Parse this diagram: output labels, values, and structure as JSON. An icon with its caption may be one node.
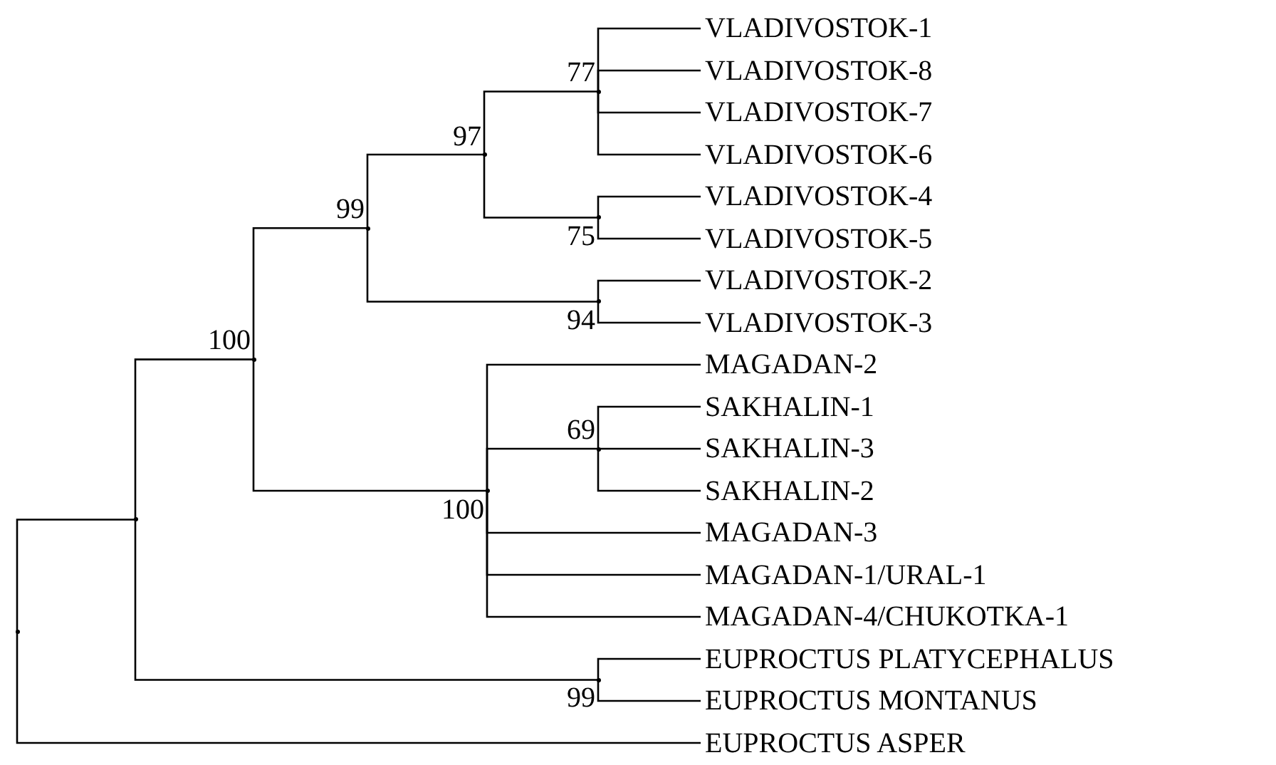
{
  "diagram": {
    "nodes": [
      {
        "text": [],
        "shape": "point"
      },
      {
        "text": [],
        "shape": "point"
      },
      {
        "text": [],
        "shape": "point",
        "beside": [
          "100"
        ]
      },
      {
        "text": [],
        "shape": "point",
        "beside": [
          "99"
        ]
      },
      {
        "text": [],
        "shape": "point",
        "beside": [
          "97"
        ]
      },
      {
        "text": [],
        "shape": "point",
        "beside": [
          "77"
        ]
      },
      {
        "text": [
          "VLADIVOSTOK-1"
        ]
      },
      {
        "text": [
          "VLADIVOSTOK-8"
        ]
      },
      {
        "text": [
          "VLADIVOSTOK-7"
        ]
      },
      {
        "text": [
          "VLADIVOSTOK-6"
        ]
      },
      {
        "text": [],
        "shape": "point",
        "beside": [
          "75"
        ]
      },
      {
        "text": [
          "VLADIVOSTOK-4"
        ]
      },
      {
        "text": [
          "VLADIVOSTOK-5"
        ]
      },
      {
        "text": [],
        "shape": "point",
        "beside": [
          "94"
        ]
      },
      {
        "text": [
          "VLADIVOSTOK-2"
        ]
      },
      {
        "text": [
          "VLADIVOSTOK-3"
        ]
      },
      {
        "text": [],
        "shape": "point",
        "beside": [
          "100"
        ]
      },
      {
        "text": [
          "MAGADAN-2"
        ]
      },
      {
        "text": [],
        "shape": "point",
        "beside": [
          "69"
        ]
      },
      {
        "text": [
          "SAKHALIN-1"
        ]
      },
      {
        "text": [
          "SAKHALIN-3"
        ]
      },
      {
        "text": [
          "SAKHALIN-2"
        ]
      },
      {
        "text": [
          "MAGADAN-3"
        ]
      },
      {
        "text": [
          "MAGADAN-1/URAL-1"
        ]
      },
      {
        "text": [
          "MAGADAN-4/CHUKOTKA-1"
        ]
      },
      {
        "text": [],
        "shape": "point",
        "beside": [
          "99"
        ]
      },
      {
        "text": [
          "EUPROCTUS PLATYCEPHALUS"
        ]
      },
      {
        "text": [
          "EUPROCTUS MONTANUS"
        ]
      },
      {
        "text": [
          "EUPROCTUS ASPER"
        ]
      }
    ],
    "edges": [
      {
        "from": 0,
        "to": 1,
        "arrow": "none"
      },
      {
        "from": 1,
        "to": 2,
        "arrow": "none"
      },
      {
        "from": 2,
        "to": 3,
        "arrow": "none"
      },
      {
        "from": 3,
        "to": 4,
        "arrow": "none"
      },
      {
        "from": 4,
        "to": 5,
        "arrow": "none"
      },
      {
        "from": 5,
        "to": 6,
        "arrow": "none"
      },
      {
        "from": 5,
        "to": 7,
        "arrow": "none"
      },
      {
        "from": 5,
        "to": 8,
        "arrow": "none"
      },
      {
        "from": 5,
        "to": 9,
        "arrow": "none"
      },
      {
        "from": 4,
        "to": 10,
        "arrow": "none"
      },
      {
        "from": 10,
        "to": 11,
        "arrow": "none"
      },
      {
        "from": 10,
        "to": 12,
        "arrow": "none"
      },
      {
        "from": 3,
        "to": 13,
        "arrow": "none"
      },
      {
        "from": 13,
        "to": 14,
        "arrow": "none"
      },
      {
        "from": 13,
        "to": 15,
        "arrow": "none"
      },
      {
        "from": 2,
        "to": 16,
        "arrow": "none"
      },
      {
        "from": 16,
        "to": 17,
        "arrow": "none"
      },
      {
        "from": 16,
        "to": 18,
        "arrow": "none"
      },
      {
        "from": 18,
        "to": 19,
        "arrow": "none"
      },
      {
        "from": 18,
        "to": 20,
        "arrow": "none"
      },
      {
        "from": 18,
        "to": 21,
        "arrow": "none"
      },
      {
        "from": 16,
        "to": 22,
        "arrow": "none"
      },
      {
        "from": 16,
        "to": 23,
        "arrow": "none"
      },
      {
        "from": 16,
        "to": 24,
        "arrow": "none"
      },
      {
        "from": 1,
        "to": 25,
        "arrow": "none"
      },
      {
        "from": 25,
        "to": 26,
        "arrow": "none"
      },
      {
        "from": 25,
        "to": 27,
        "arrow": "none"
      },
      {
        "from": 0,
        "to": 28,
        "arrow": "none"
      }
    ]
  }
}
